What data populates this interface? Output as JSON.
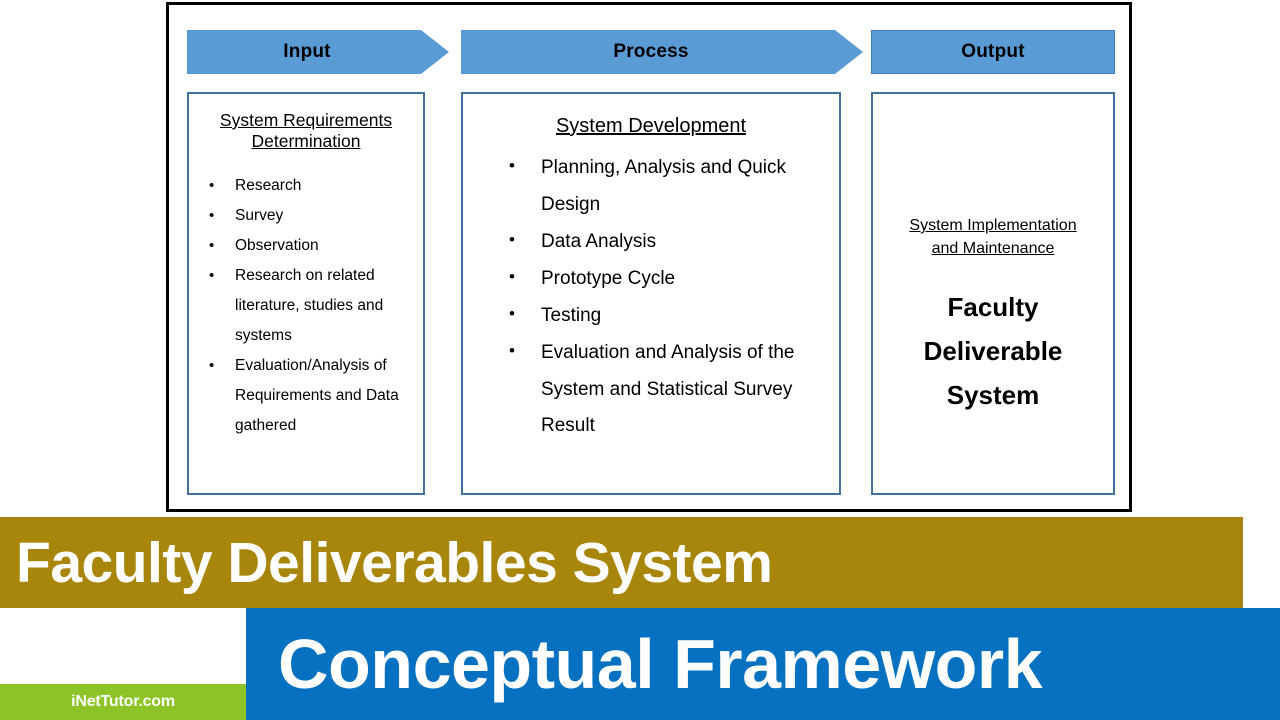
{
  "diagram": {
    "columns": [
      {
        "key": "input",
        "header_label": "Input",
        "header_shape": "arrow",
        "box_title_line1": "System Requirements",
        "box_title_line2": "Determination",
        "bullets": [
          "Research",
          "Survey",
          "Observation",
          "Research on related literature, studies and systems",
          "Evaluation/Analysis of Requirements and Data gathered"
        ]
      },
      {
        "key": "process",
        "header_label": "Process",
        "header_shape": "arrow",
        "box_title_line1": "System Development",
        "box_title_line2": "",
        "bullets": [
          "Planning, Analysis and Quick Design",
          "Data Analysis",
          "Prototype Cycle",
          "Testing",
          "Evaluation and Analysis of the System and Statistical Survey Result"
        ]
      },
      {
        "key": "output",
        "header_label": "Output",
        "header_shape": "rectangle",
        "subtitle_line1": "System Implementation",
        "subtitle_line2": "and Maintenance",
        "main_line1": "Faculty",
        "main_line2": "Deliverable",
        "main_line3": "System"
      }
    ]
  },
  "banners": {
    "gold_title": "Faculty Deliverables System",
    "blue_title": "Conceptual Framework",
    "watermark": "iNetTutor.com"
  },
  "colors": {
    "header_fill": "#5B9BD5",
    "box_border": "#41719C",
    "frame_border": "#000000",
    "gold": "#A8860B",
    "blue": "#0571C0",
    "green": "#8CC427"
  }
}
